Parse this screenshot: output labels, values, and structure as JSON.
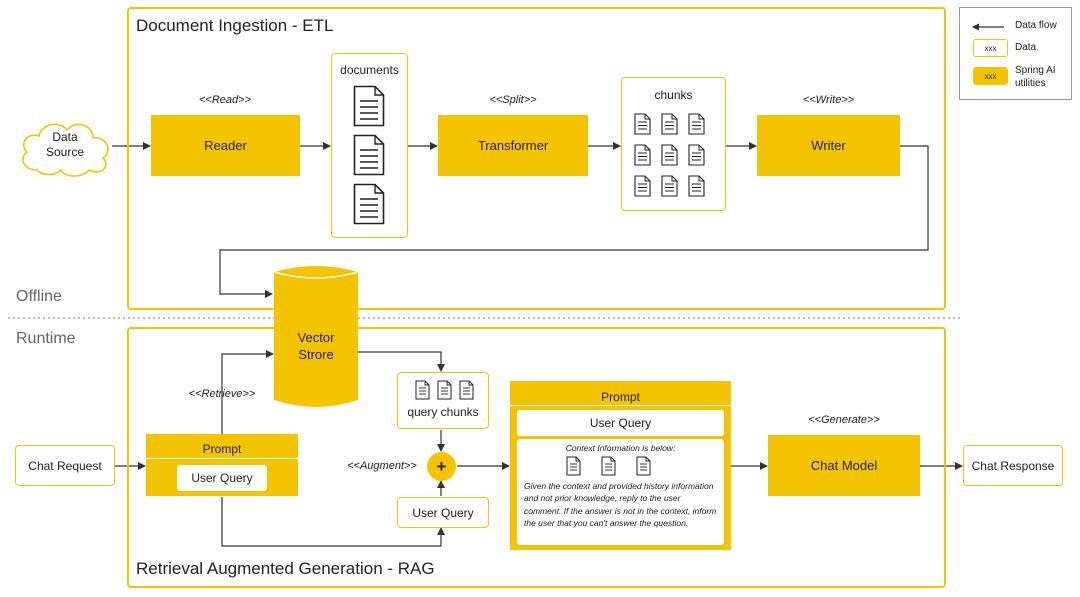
{
  "sections": {
    "etl_title": "Document Ingestion - ETL",
    "rag_title": "Retrieval Augmented Generation - RAG",
    "offline": "Offline",
    "runtime": "Runtime"
  },
  "legend": {
    "data_flow": "Data flow",
    "data_sample": "xxx",
    "data": "Data",
    "utilities_sample": "xxx",
    "utilities": "Spring AI utilities",
    "colors": {
      "accent": "#f5c400",
      "line": "#333333"
    }
  },
  "etl": {
    "data_source": "Data Source",
    "reader_stereotype": "<<Read>>",
    "reader": "Reader",
    "documents": "documents",
    "transformer_stereotype": "<<Split>>",
    "transformer": "Transformer",
    "chunks": "chunks",
    "writer_stereotype": "<<Write>>",
    "writer": "Writer"
  },
  "store": {
    "vector_store": "Vector Strore"
  },
  "rag": {
    "chat_request": "Chat Request",
    "retrieve_stereotype": "<<Retrieve>>",
    "prompt_title": "Prompt",
    "prompt_user_query": "User Query",
    "query_chunks": "query chunks",
    "augment_stereotype": "<<Augment>>",
    "plus": "+",
    "user_query": "User Query",
    "augmented_prompt_title": "Prompt",
    "augmented_user_query": "User Query",
    "context_header": "Context Information is below:",
    "context_note": "Given the context and provided history information and not prior knowledge, reply to the user comment. If the answer is not in the context, inform the user that you can't answer the question.",
    "generate_stereotype": "<<Generate>>",
    "chat_model": "Chat Model",
    "chat_response": "Chat Response"
  }
}
